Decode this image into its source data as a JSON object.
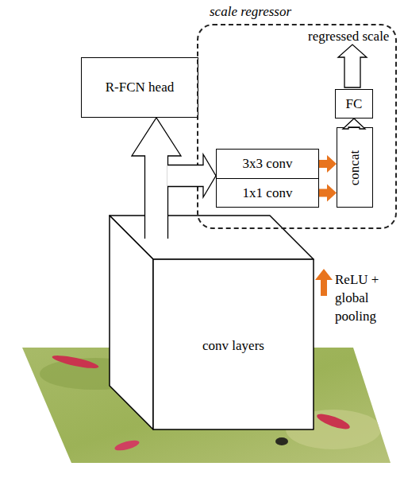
{
  "diagram": {
    "nodes": [
      {
        "text": [
          "conv layers"
        ]
      },
      {
        "text": [
          "R-FCN head"
        ]
      },
      {
        "text": [
          "scale regressor"
        ]
      },
      {
        "text": [
          "3x3 conv"
        ],
        "in": 2
      },
      {
        "text": [
          "1x1 conv"
        ],
        "in": 2
      },
      {
        "text": [
          "concat"
        ],
        "in": 2
      },
      {
        "text": [
          "FC"
        ],
        "in": 2
      }
    ],
    "edges": [
      {
        "from": 0,
        "to": 1,
        "arrow": "to"
      },
      {
        "from": 0,
        "to": 3,
        "arrow": "to"
      },
      {
        "from": 3,
        "to": 5,
        "arrow": "to"
      },
      {
        "from": 4,
        "to": 5,
        "arrow": "to"
      },
      {
        "from": 5,
        "to": 6,
        "arrow": "to"
      }
    ],
    "labels": [
      "regressed scale"
    ],
    "legend": [
      {
        "text": "ReLU + global pooling"
      }
    ]
  }
}
